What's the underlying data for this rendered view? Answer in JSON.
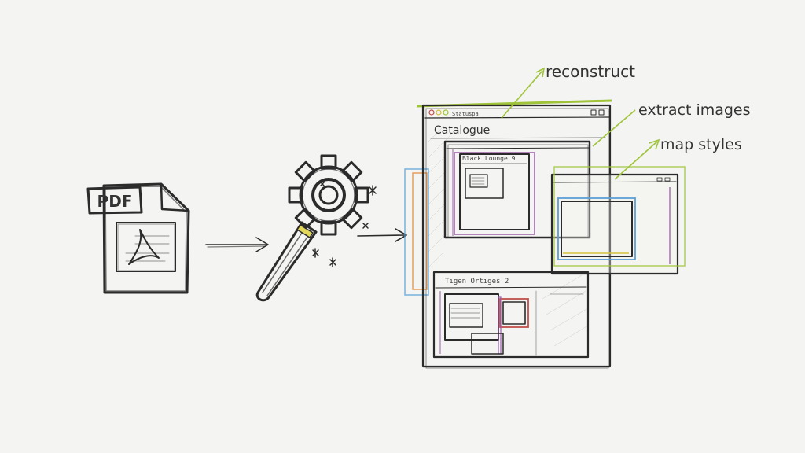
{
  "diagram": {
    "source_file": {
      "badge": "PDF",
      "icon": "pdf-document-icon"
    },
    "tool": {
      "icon": "gear-wand-icon"
    },
    "result_window": {
      "title": "Catalogue",
      "titlebar_text": "Statuspa",
      "panel_top_caption": "Black Lounge 9",
      "panel_bottom_caption": "Tigen Ortiges 2"
    },
    "annotations": {
      "reconstruct": "reconstruct",
      "extract_images": "extract images",
      "map_styles": "map styles"
    },
    "colors": {
      "ink": "#2b2b2b",
      "green": "#9fc43a",
      "purple": "#9b5ea8",
      "blue": "#5aa0d6",
      "orange": "#e08a3a",
      "red": "#c0504a",
      "yellow": "#d6c23a"
    }
  }
}
